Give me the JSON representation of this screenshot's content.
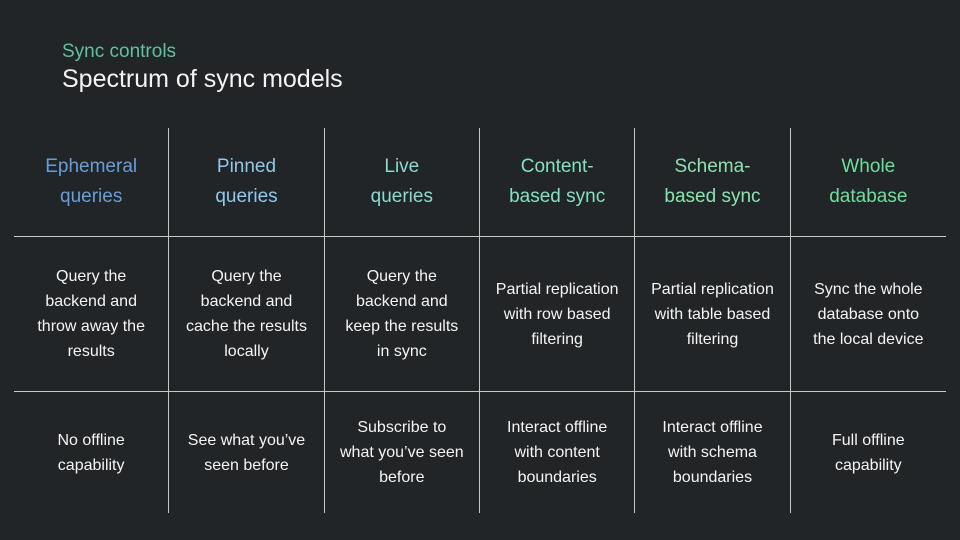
{
  "slide": {
    "eyebrow": "Sync controls",
    "title": "Spectrum of sync models"
  },
  "colors": {
    "background": "#222527",
    "accent": "#5ec2a0",
    "grid_line": "#c4cac7",
    "body_text": "#f4f4f4"
  },
  "table": {
    "columns": [
      {
        "header": "Ephemeral\nqueries",
        "header_color": "#679ed9",
        "description": "Query the\nbackend and\nthrow away the\nresults",
        "offline": "No offline\ncapability"
      },
      {
        "header": "Pinned\nqueries",
        "header_color": "#90c8ea",
        "description": "Query the\nbackend and\ncache the results\nlocally",
        "offline": "See what you’ve\nseen before"
      },
      {
        "header": "Live\nqueries",
        "header_color": "#8bd9ce",
        "description": "Query the\nbackend and\nkeep the results\nin sync",
        "offline": "Subscribe to\nwhat you’ve seen\nbefore"
      },
      {
        "header": "Content-\nbased sync",
        "header_color": "#85dfc2",
        "description": "Partial replication\nwith row based\nfiltering",
        "offline": "Interact offline\nwith content\nboundaries"
      },
      {
        "header": "Schema-\nbased sync",
        "header_color": "#8ae2b1",
        "description": "Partial replication\nwith table based\nfiltering",
        "offline": "Interact offline\nwith schema\nboundaries"
      },
      {
        "header": "Whole\ndatabase",
        "header_color": "#6fdd9b",
        "description": "Sync the whole\ndatabase onto\nthe local device",
        "offline": "Full offline\ncapability"
      }
    ]
  }
}
